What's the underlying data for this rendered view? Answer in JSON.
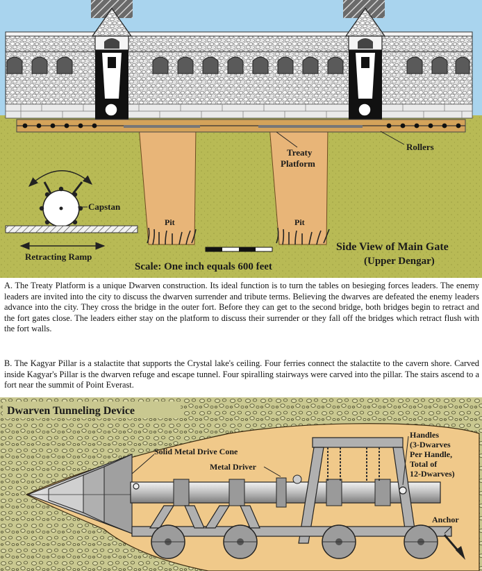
{
  "diagram_top": {
    "labels": {
      "rollers": "Rollers",
      "treaty": "Treaty",
      "platform": "Platform",
      "capstan": "Capstan",
      "pit_left": "Pit",
      "pit_right": "Pit",
      "ramp": "Retracting Ramp",
      "scale": "Scale: One inch equals 600 feet",
      "title1": "Side View of Main Gate",
      "title2": "(Upper Dengar)"
    }
  },
  "text": {
    "para_a": "A. The Treaty Platform is a unique Dwarven construction. Its ideal function is to turn the tables on besieging forces leaders. The enemy leaders are invited into the city to discuss the dwarven surrender and tribute terms. Believing the dwarves are defeated the enemy leaders advance into the city. They cross the bridge in the outer fort. Before they can get to the second bridge, both bridges begin to retract and the fort gates close. The leaders either stay on the platform to discuss their surrender or they fall off the bridges which retract flush with the fort walls.",
    "para_b": "B. The Kagyar Pillar is a stalactite that supports the Crystal lake's ceiling. Four ferries connect the stalactite to the cavern shore. Carved inside Kagyar's Pillar is the dwarven refuge and escape tunnel. Four spiralling stairways were carved into the pillar. The stairs ascend to a fort near the summit of Point Everast."
  },
  "diagram_bottom": {
    "labels": {
      "title": "Dwarven Tunneling Device",
      "cone": "Solid Metal Drive Cone",
      "driver": "Metal Driver",
      "handles1": "Handles",
      "handles2": "(3-Dwarves",
      "handles3": "Per Handle,",
      "handles4": "Total of",
      "handles5": "12-Dwarves)",
      "anchor": "Anchor"
    }
  },
  "colors": {
    "sky": "#a9d4ee",
    "ground": "#b8ba55",
    "pit": "#e8b578",
    "stone": "#dcdcdc",
    "rock": "#c9c890",
    "tunnel": "#f0c98a",
    "metal": "#c0c0c0",
    "wood": "#b0b0b0"
  }
}
